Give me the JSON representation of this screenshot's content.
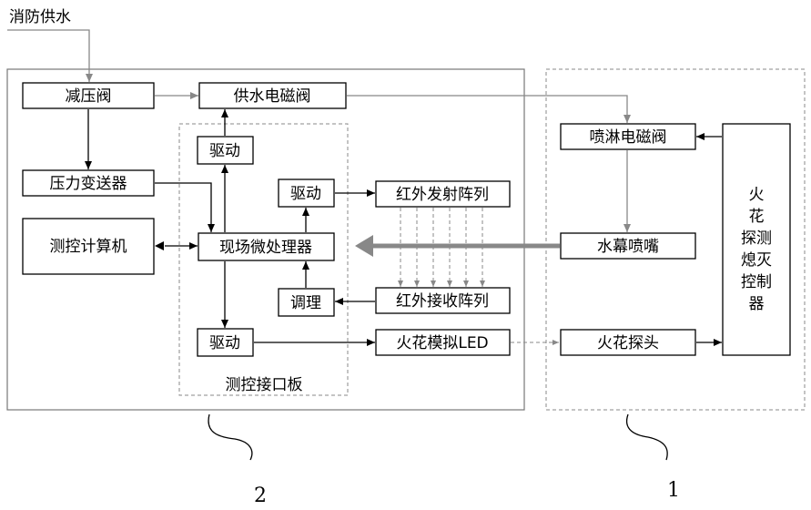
{
  "input": {
    "label": "消防供水"
  },
  "blocks": {
    "pressure_valve": "减压阀",
    "supply_solenoid": "供水电磁阀",
    "drive_top": "驱动",
    "pressure_transmitter": "压力变送器",
    "drive_mid": "驱动",
    "ir_emitter": "红外发射阵列",
    "control_computer": "测控计算机",
    "microprocessor": "现场微处理器",
    "conditioning": "调理",
    "ir_receiver": "红外接收阵列",
    "drive_bottom": "驱动",
    "spark_led": "火花模拟LED",
    "interface_board": "测控接口板",
    "spray_solenoid": "喷淋电磁阀",
    "water_nozzle": "水幕喷嘴",
    "spark_probe": "火花探头",
    "controller_chars": [
      "火",
      "花",
      "探测",
      "熄灭",
      "控制",
      "器"
    ]
  },
  "callouts": {
    "left": "2",
    "right": "1"
  }
}
